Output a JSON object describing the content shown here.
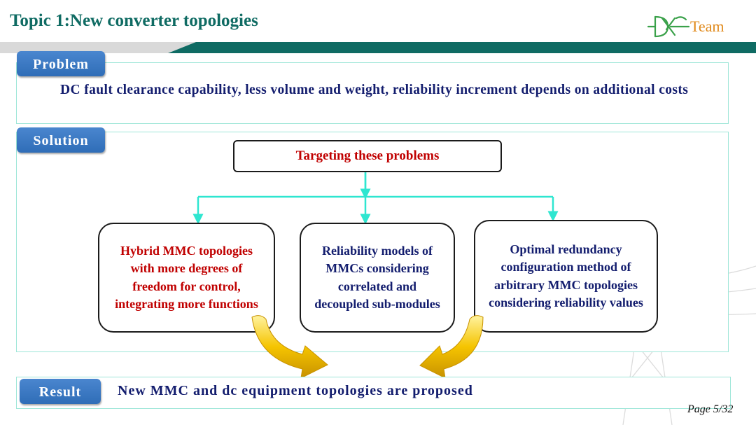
{
  "header": {
    "title": "Topic 1:New converter topologies",
    "logo_text": "Team",
    "accent_color": "#0f6b63"
  },
  "problem": {
    "label": "Problem",
    "text": "DC fault clearance capability, less volume and weight, reliability increment depends on additional costs"
  },
  "solution": {
    "label": "Solution",
    "target": "Targeting these problems",
    "nodes": [
      {
        "text": "Hybrid MMC topologies with more degrees of freedom for control, integrating more functions",
        "color": "#c00000"
      },
      {
        "text": "Reliability models of MMCs considering correlated and decoupled sub-modules",
        "color": "#131d6e"
      },
      {
        "text": "Optimal redundancy configuration method of arbitrary MMC topologies considering reliability values",
        "color": "#131d6e"
      }
    ]
  },
  "result": {
    "label": "Result",
    "text": "New MMC and dc equipment topologies are proposed"
  },
  "footer": {
    "page": "Page 5/32"
  },
  "colors": {
    "tab_blue": "#2f6db7",
    "connector": "#2ee6d0",
    "arrow_gold": "#f5c400",
    "text_navy": "#131d6e",
    "text_red": "#c00000"
  },
  "icons": [
    "dc-logo-icon",
    "curved-arrow-icon",
    "power-tower-watermark"
  ]
}
